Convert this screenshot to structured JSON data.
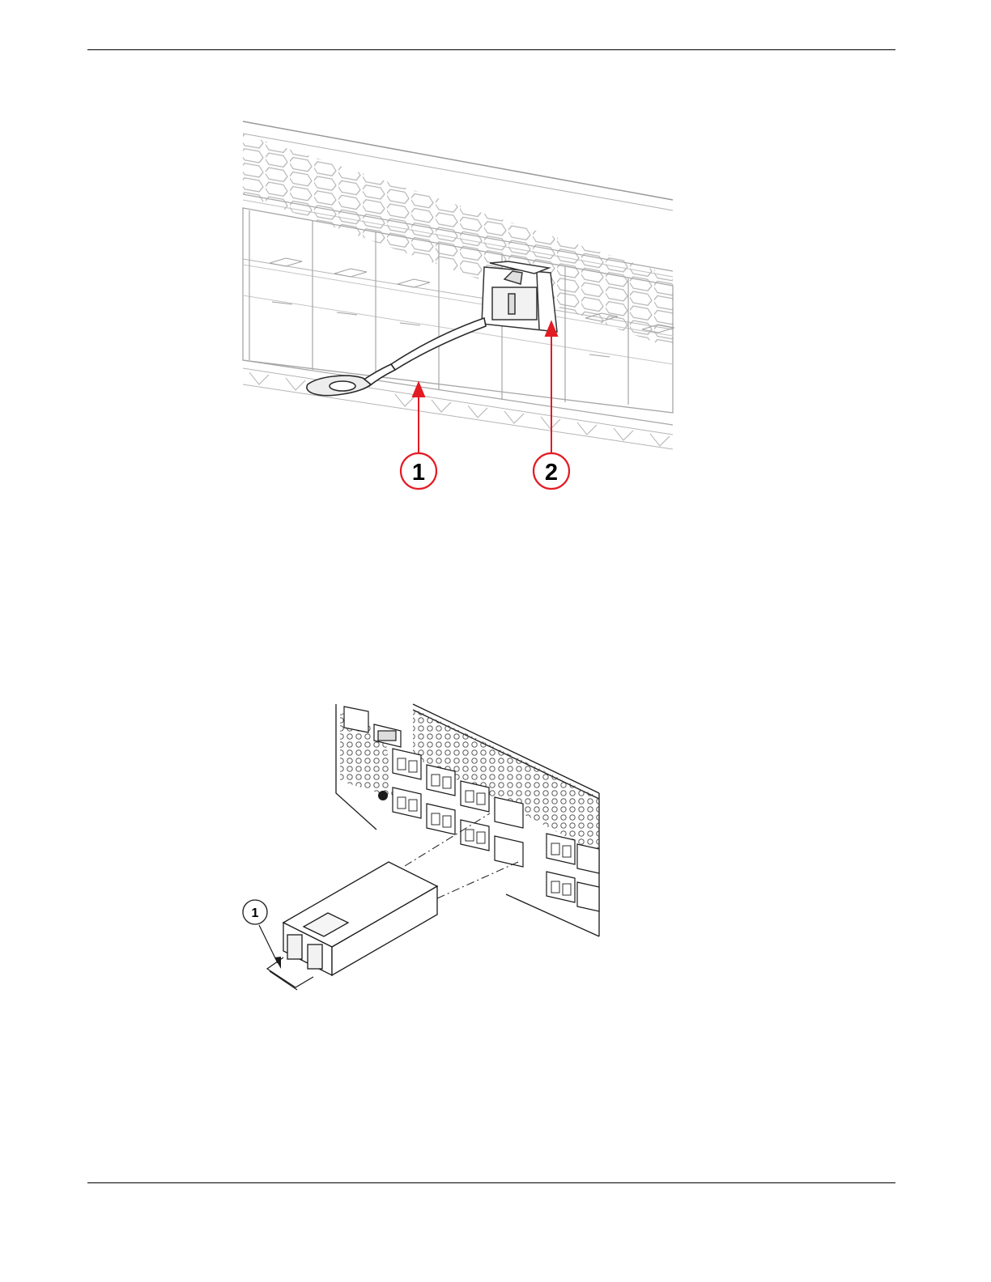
{
  "figure1": {
    "callouts": [
      {
        "label": "1",
        "color": "#e31b23"
      },
      {
        "label": "2",
        "color": "#e31b23"
      }
    ]
  },
  "figure2": {
    "callouts": [
      {
        "label": "1",
        "color": "#000000"
      }
    ]
  }
}
